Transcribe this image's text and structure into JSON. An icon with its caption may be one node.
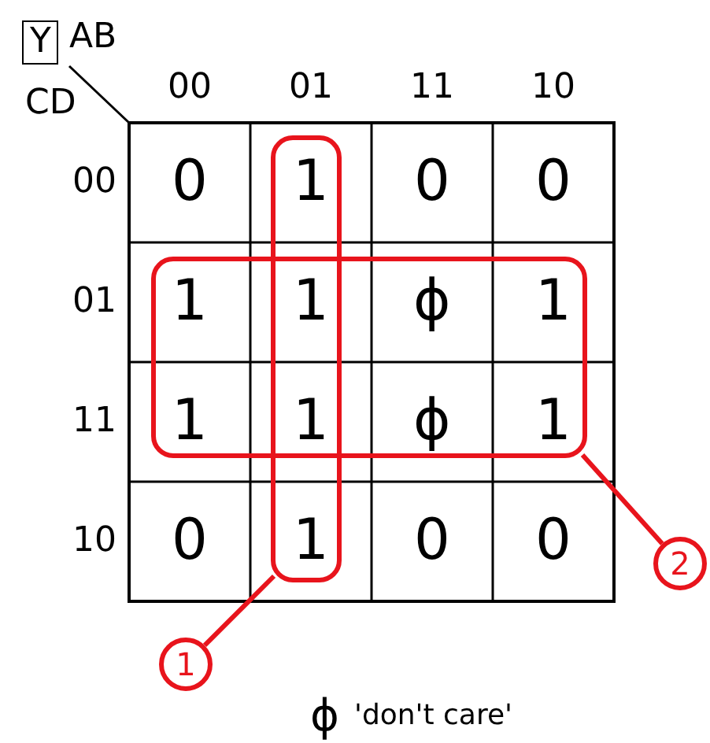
{
  "diagram": {
    "nodes": [
      {
        "text": [],
        "shape": "box"
      },
      {
        "text": [],
        "shape": "box"
      },
      {
        "text": [
          "1"
        ]
      },
      {
        "text": [
          "2"
        ]
      }
    ],
    "edges": [
      {
        "from": 2,
        "to": 0,
        "arrow": "none"
      },
      {
        "from": 3,
        "to": 1,
        "arrow": "none"
      }
    ],
    "labels": [
      "Y",
      "AB",
      "CD",
      "00",
      "01",
      "11",
      "10",
      "00",
      "0",
      "1",
      "0",
      "0",
      "01",
      "1",
      "1",
      "ϕ",
      "1",
      "11",
      "1",
      "1",
      "ϕ",
      "1",
      "10",
      "0",
      "1",
      "0",
      "0",
      "ϕ"
    ],
    "legend": [
      {
        "text": "'don't care'"
      }
    ]
  }
}
